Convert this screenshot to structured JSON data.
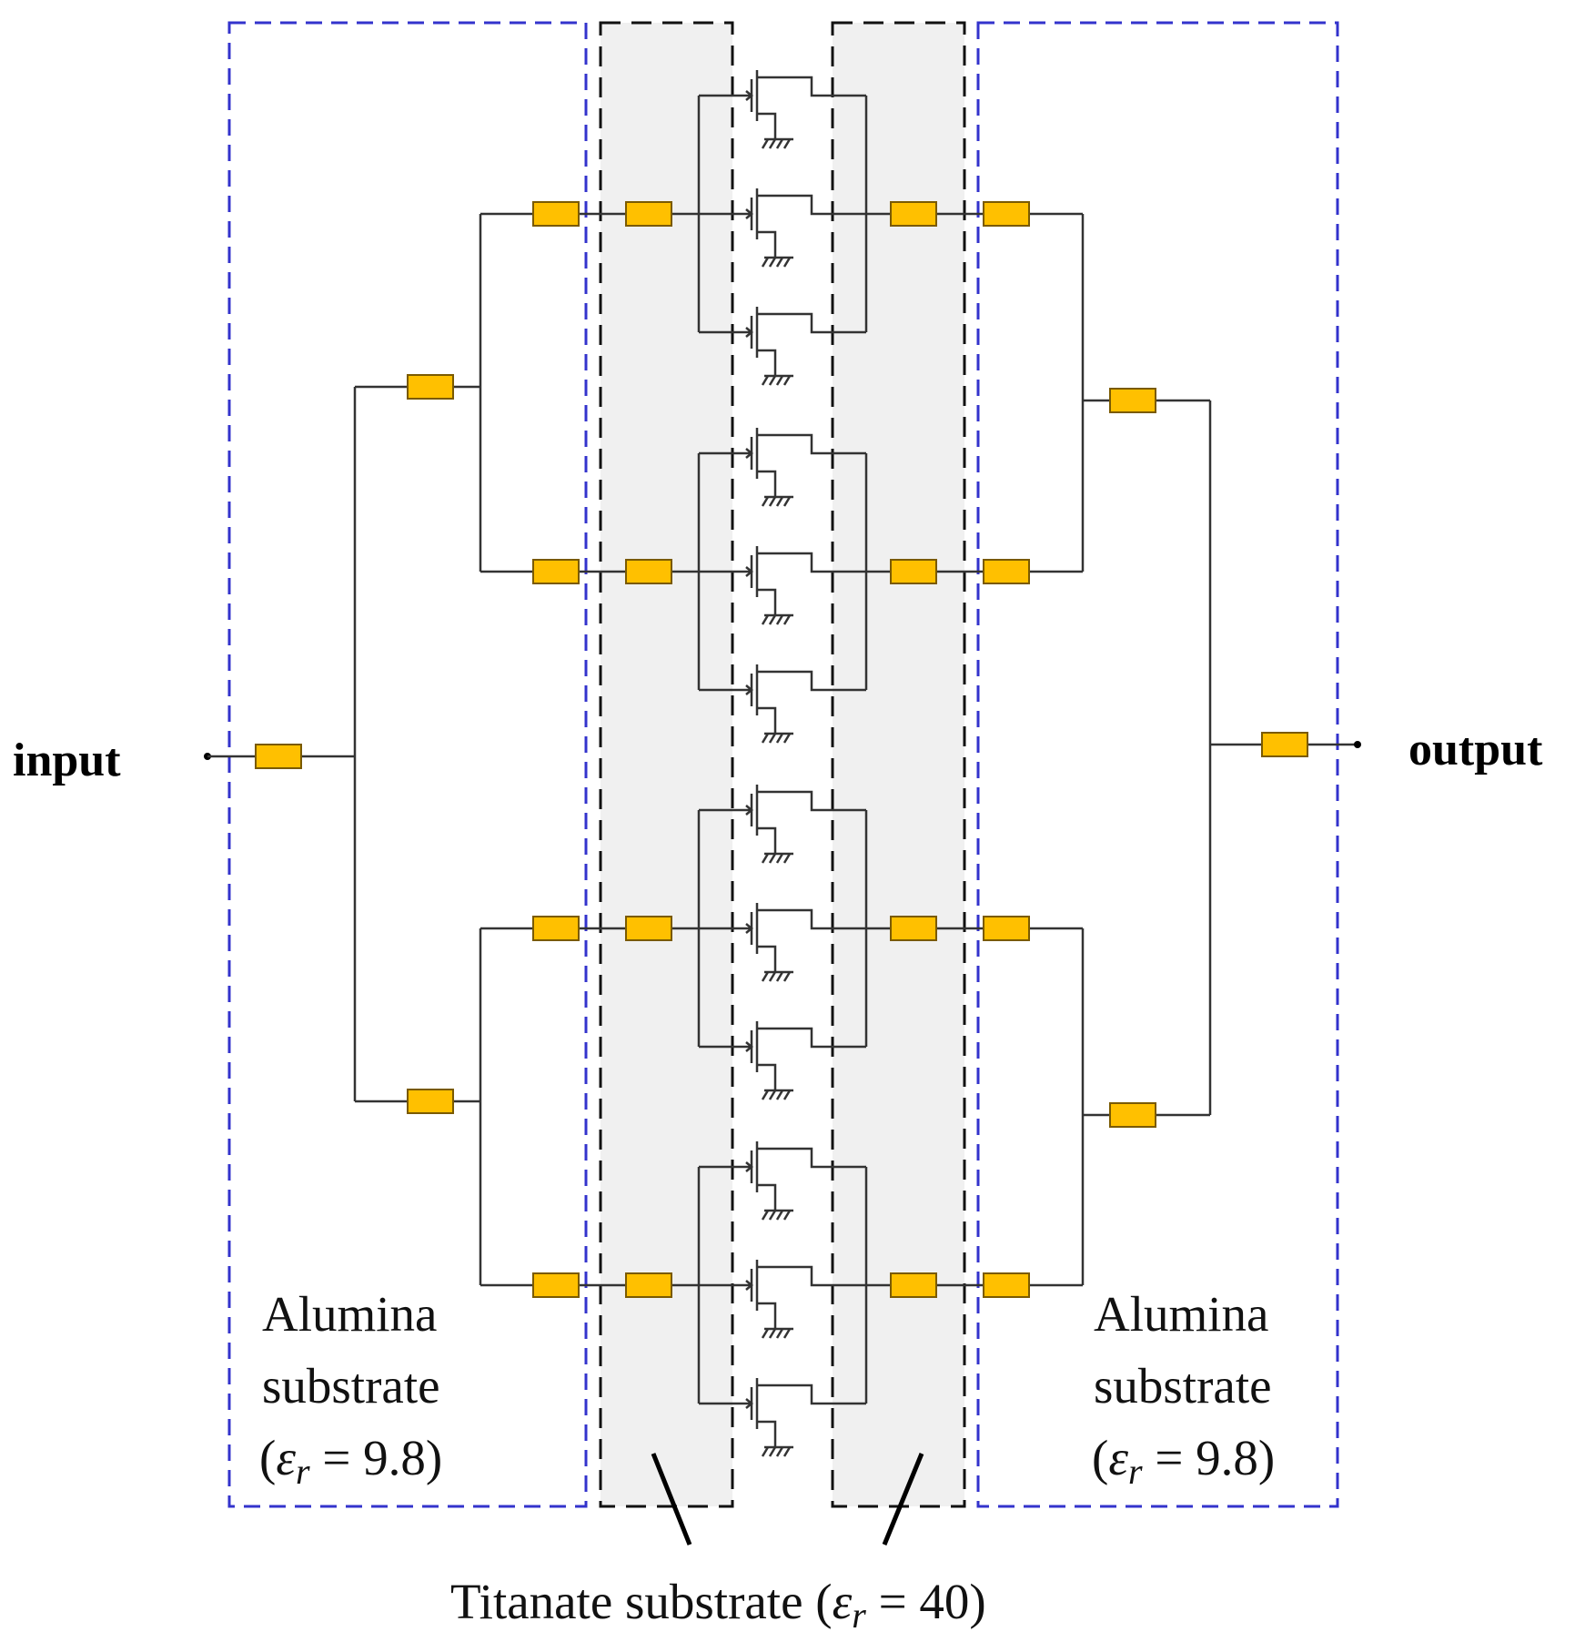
{
  "labels": {
    "input": "input",
    "output": "output",
    "left_substrate": {
      "line1": "Alumina",
      "line2": "substrate",
      "eps_symbol": "ε",
      "eps_sub": "r",
      "eps_value": " = 9.8)"
    },
    "right_substrate": {
      "line1": "Alumina",
      "line2": "substrate",
      "eps_symbol": "ε",
      "eps_sub": "r",
      "eps_value": " = 9.8)"
    },
    "titanate": {
      "prefix": "Titanate substrate (",
      "eps_symbol": "ε",
      "eps_sub": "r",
      "eps_value": " = 40)"
    }
  },
  "colors": {
    "alumina_border": "#3333cc",
    "titanate_border": "#111111",
    "titanate_fill": "#f0f0f0",
    "line_element_fill": "#ffc000",
    "line_element_stroke": "#7a5a00",
    "wire": "#333333"
  },
  "topology": {
    "input_split_levels": 3,
    "branch_count": 4,
    "transistors_per_branch": 3
  }
}
